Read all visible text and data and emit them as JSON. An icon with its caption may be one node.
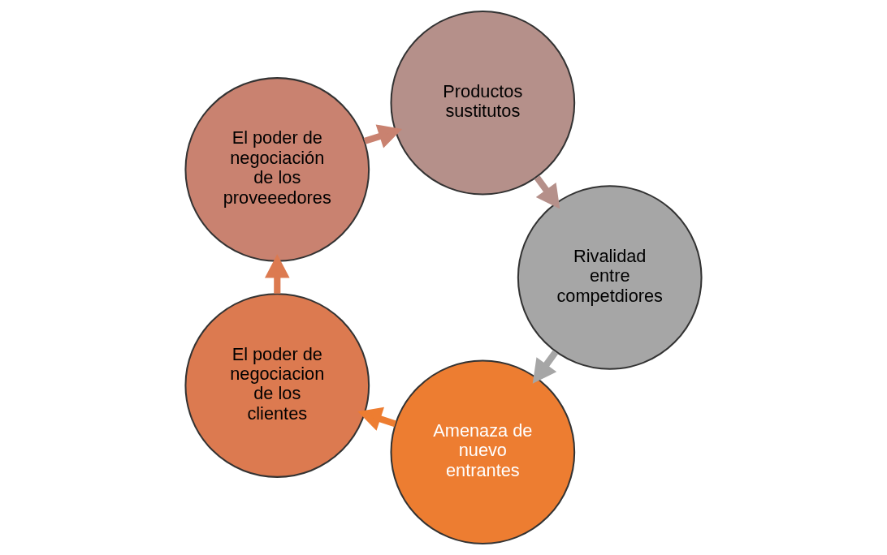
{
  "diagram": {
    "nodes": [
      {
        "text": [
          "Amenaza de nuevo entrantes"
        ]
      },
      {
        "text": [
          "El poder de negociacion de los clientes"
        ]
      },
      {
        "text": [
          "El poder de negociación de los proveeedores"
        ]
      },
      {
        "text": [
          "Productos sustitutos"
        ]
      },
      {
        "text": [
          "Rivalidad entre competdiores"
        ]
      }
    ],
    "edges": [
      {
        "from": 0,
        "to": 1,
        "arrow": "to",
        "color": "#ed7d31"
      },
      {
        "from": 1,
        "to": 2,
        "arrow": "to",
        "color": "#dc7a50"
      },
      {
        "from": 2,
        "to": 3,
        "arrow": "to",
        "color": "#c98270"
      },
      {
        "from": 3,
        "to": 4,
        "arrow": "to",
        "color": "#b5908a"
      },
      {
        "from": 4,
        "to": 0,
        "arrow": "to",
        "color": "#a6a6a6"
      }
    ]
  }
}
